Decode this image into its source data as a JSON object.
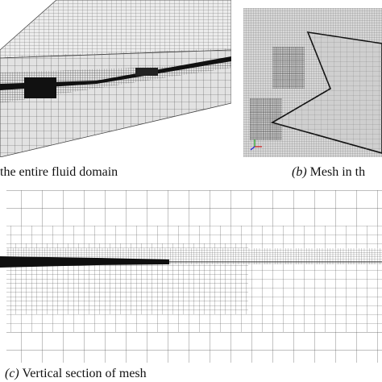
{
  "captions": {
    "a": {
      "text": "the entire fluid domain"
    },
    "b": {
      "label": "(b)",
      "text": " Mesh in th"
    },
    "c": {
      "label": "(c)",
      "text": " Vertical section of mesh"
    }
  },
  "colors": {
    "mesh_line": "#555555",
    "face_fill": "#e6e6e6",
    "dense_mesh": "#1a1a1a",
    "background": "#ffffff"
  },
  "icons": {
    "axis_triad": "axis-triad-icon"
  }
}
